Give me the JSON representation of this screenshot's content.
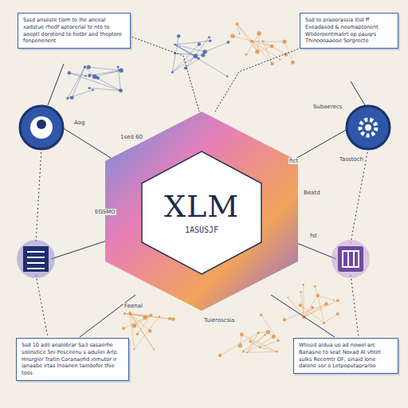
{
  "diagram": {
    "nodes": [
      {
        "text": [
          "Sssd anseste tiom to lhe anceal xadstue rhedf aptorerial te nto to aoeptl dorotond to hotbr aed theptore fonpenenent"
        ]
      },
      {
        "text": [
          "Ssd to praoorassia itisl ff Exeadasod & nosmaptonent Wlideroentmalirt op pauqrs Thinoooaaeoe Sorgrecte"
        ]
      },
      {
        "text": [
          "XLM",
          "1ASUSJF"
        ]
      },
      {
        "text": [
          "Ssd 10 adil aealobrar Sa3 sasaerhe solinstice 5ni Pesceenu s aduliei Arlp Hnsrgler Tratin Coranaehd inmutor ir ianaabe irtas lnoanen taeldofor thie toos"
        ]
      },
      {
        "text": [
          "Wtesid aldua uo ad nowel arc Banasne to seat Noxad Al vhtet sulks Recemtr OF, sinaid lone dalone sor o Letpoputapraroo"
        ]
      }
    ],
    "labels": [
      "Aog",
      "1sed 60",
      "fict",
      "Tasstoch",
      "fst",
      "Beatd",
      "Feenal",
      "EGSMO",
      "Tuieroscsia",
      "Subaerecs"
    ]
  }
}
